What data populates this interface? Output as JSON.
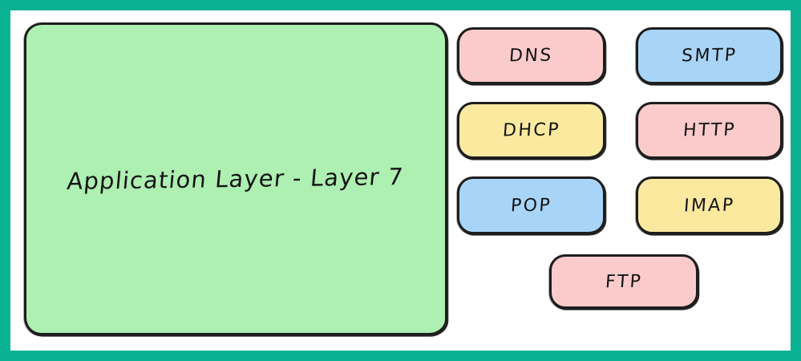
{
  "diagram": {
    "title": "Application Layer - Layer 7",
    "frame_color": "#0bb193",
    "background_color": "#ffffff",
    "stroke_color": "#1d1d1d",
    "layer_box": {
      "label": "Application Layer - Layer 7",
      "fill": "#aeefb2"
    },
    "palette": {
      "green": "#aeefb2",
      "pink": "#fbcbcb",
      "blue": "#a8d5f7",
      "yellow": "#fbe9a0"
    },
    "protocols": [
      {
        "id": "dns",
        "label": "DNS",
        "fill": "#fbcbcb",
        "color_name": "pink",
        "row": 1,
        "column": "left"
      },
      {
        "id": "smtp",
        "label": "SMTP",
        "fill": "#a8d5f7",
        "color_name": "blue",
        "row": 1,
        "column": "right"
      },
      {
        "id": "dhcp",
        "label": "DHCP",
        "fill": "#fbe9a0",
        "color_name": "yellow",
        "row": 2,
        "column": "left"
      },
      {
        "id": "http",
        "label": "HTTP",
        "fill": "#fbcbcb",
        "color_name": "pink",
        "row": 2,
        "column": "right"
      },
      {
        "id": "pop",
        "label": "POP",
        "fill": "#a8d5f7",
        "color_name": "blue",
        "row": 3,
        "column": "left"
      },
      {
        "id": "imap",
        "label": "IMAP",
        "fill": "#fbe9a0",
        "color_name": "yellow",
        "row": 3,
        "column": "right"
      },
      {
        "id": "ftp",
        "label": "FTP",
        "fill": "#fbcbcb",
        "color_name": "pink",
        "row": 4,
        "column": "center"
      }
    ]
  }
}
